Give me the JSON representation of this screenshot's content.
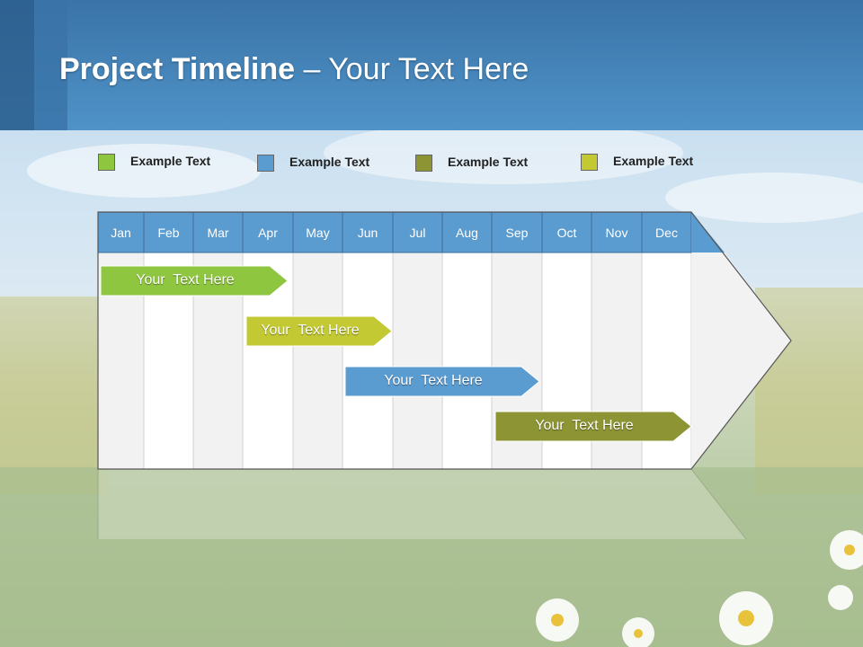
{
  "slide": {
    "title_bold": "Project Timeline",
    "title_rest": " – Your Text Here"
  },
  "legend": [
    {
      "label": "Example Text",
      "color": "#8ec63f"
    },
    {
      "label": "Example Text",
      "color": "#5a9bd0"
    },
    {
      "label": "Example Text",
      "color": "#8d9433"
    },
    {
      "label": "Example Text",
      "color": "#c3c932"
    }
  ],
  "months": [
    "Jan",
    "Feb",
    "Mar",
    "Apr",
    "May",
    "Jun",
    "Jul",
    "Aug",
    "Sep",
    "Oct",
    "Nov",
    "Dec"
  ],
  "tasks": [
    {
      "label": "Your  Text Here",
      "color": "#8ec63f",
      "start_month": "Jan",
      "end_month": "Apr"
    },
    {
      "label": "Your  Text Here",
      "color": "#c3c932",
      "start_month": "Apr",
      "end_month": "Jun"
    },
    {
      "label": "Your  Text Here",
      "color": "#5a9bd0",
      "start_month": "Jun",
      "end_month": "Sep"
    },
    {
      "label": "Your  Text Here",
      "color": "#8d9433",
      "start_month": "Sep",
      "end_month": "Dec"
    }
  ],
  "colors": {
    "header": "#4f93c8",
    "month_row": "#5a9bd0",
    "column_light": "#f2f2f2",
    "column_white": "#ffffff"
  }
}
